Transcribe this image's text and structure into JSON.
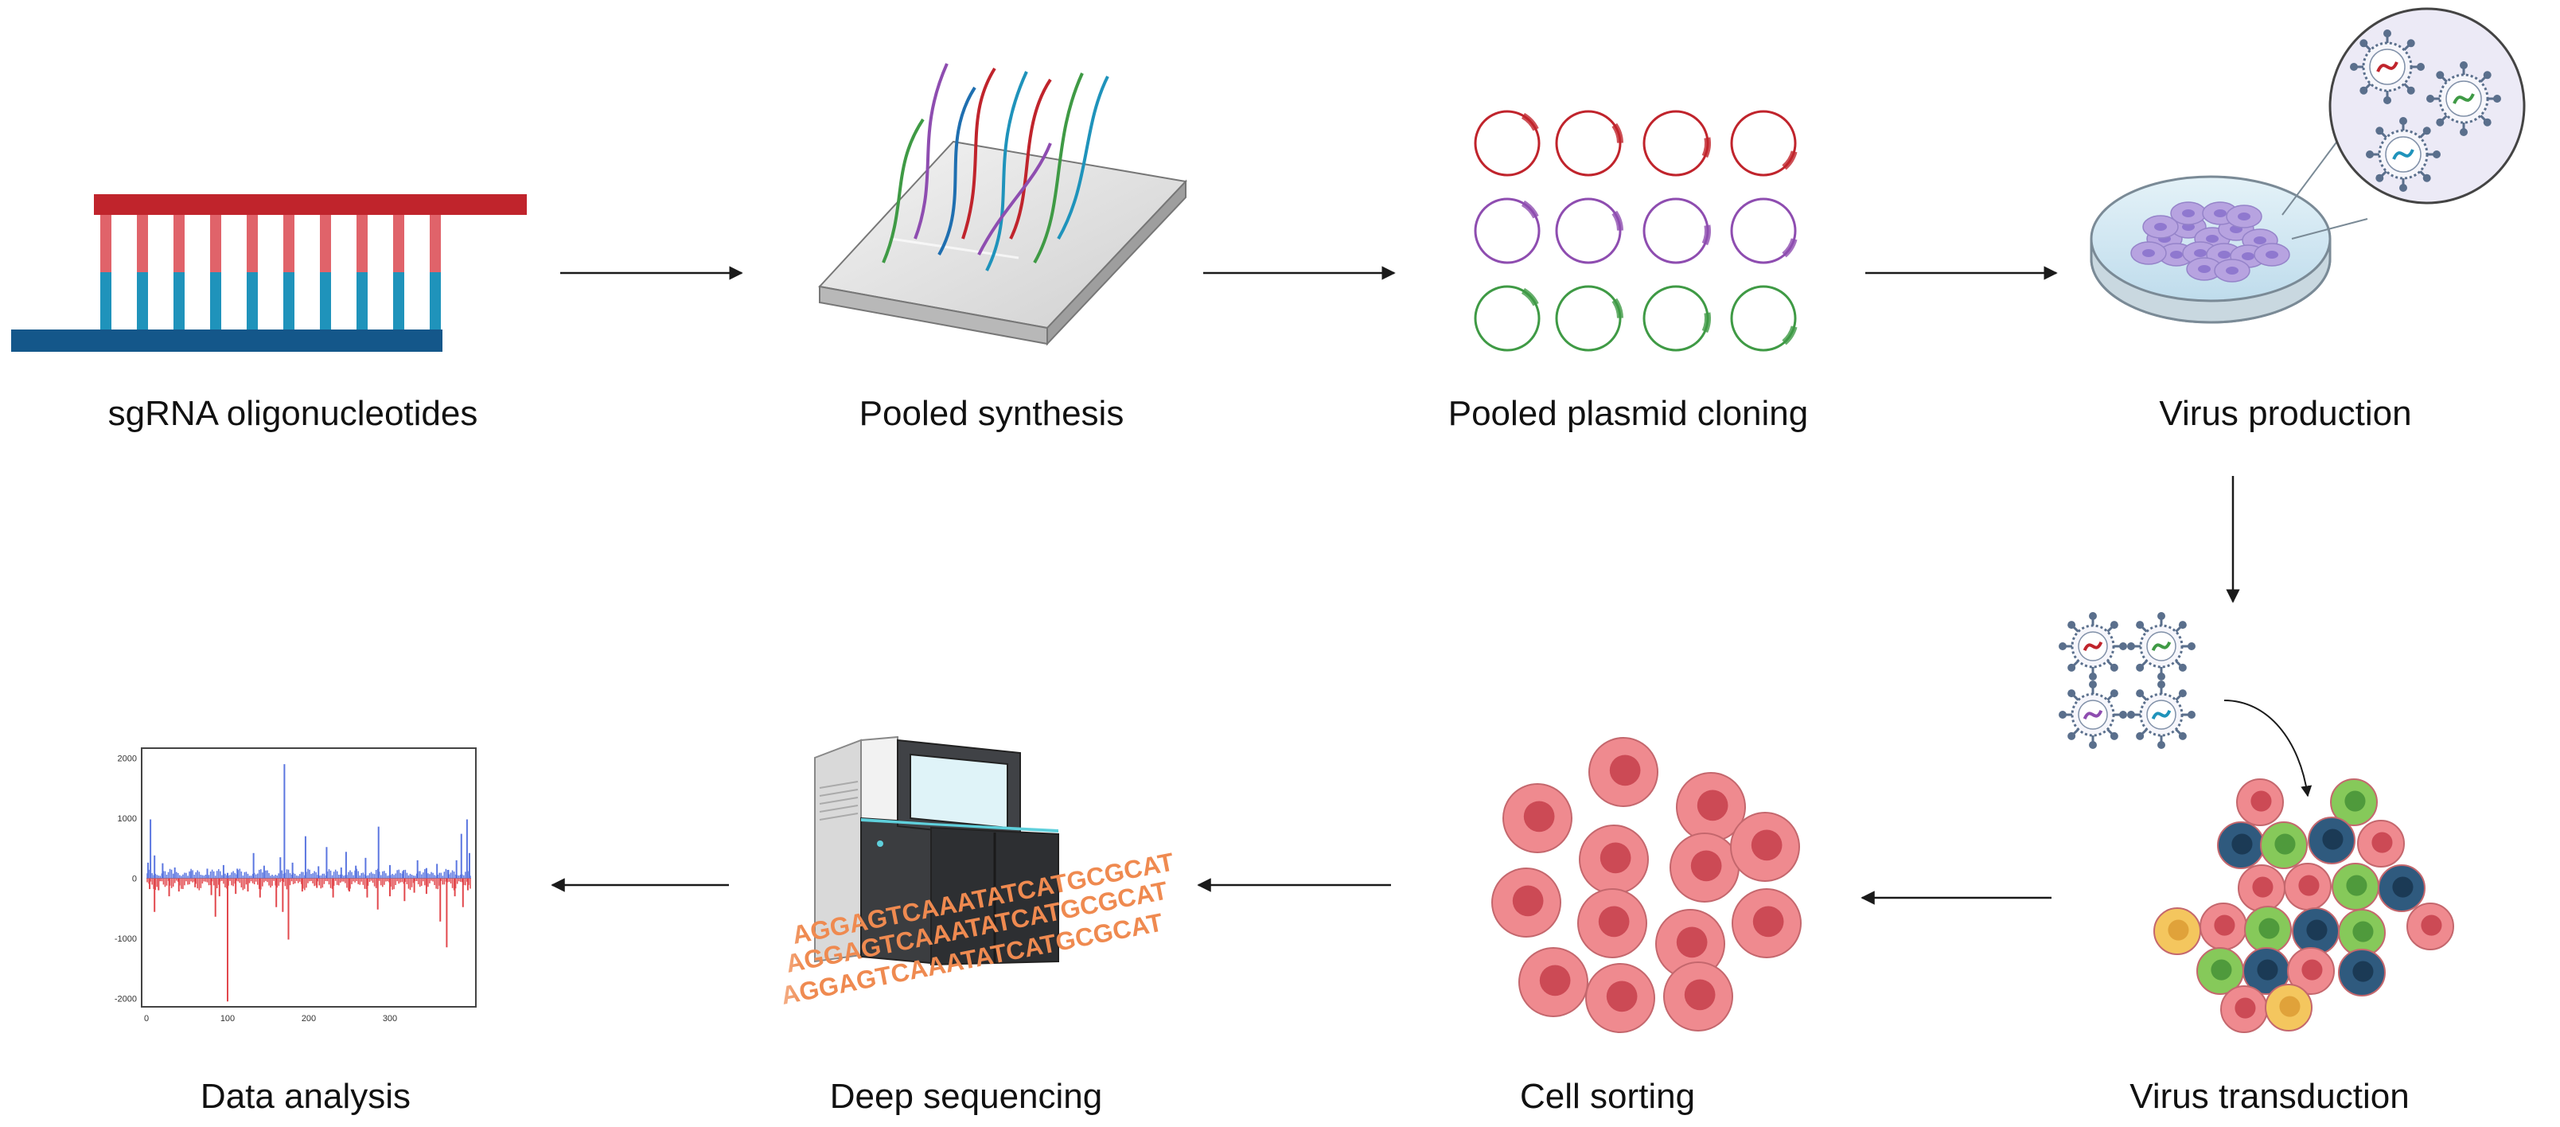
{
  "colors": {
    "arrow": "#1a1a1a",
    "oligo_top": "#c0242c",
    "oligo_top_light": "#e0636a",
    "oligo_bottom": "#14578a",
    "oligo_bottom_light": "#1f93bb",
    "plasmid_red": "#c0242c",
    "plasmid_purple": "#8e4db0",
    "plasmid_green": "#3f9a45",
    "cell_pink": "#ef8a8f",
    "cell_nucleus": "#cc4a55",
    "cell_green": "#86c95a",
    "cell_navy": "#2f5a7e",
    "cell_yellow": "#f4c65e",
    "chart_positive": "#5b76e0",
    "chart_negative": "#e2484d",
    "sequence": "#ef8a50"
  },
  "steps": [
    {
      "id": "oligos",
      "label": "sgRNA oligonucleotides"
    },
    {
      "id": "synthesis",
      "label": "Pooled synthesis"
    },
    {
      "id": "cloning",
      "label": "Pooled plasmid cloning"
    },
    {
      "id": "virus",
      "label": "Virus production"
    },
    {
      "id": "transduction",
      "label": "Virus transduction"
    },
    {
      "id": "sorting",
      "label": "Cell sorting"
    },
    {
      "id": "sequencing",
      "label": "Deep sequencing"
    },
    {
      "id": "analysis",
      "label": "Data analysis"
    }
  ],
  "sequence_text": "AGGAGTCAAATATCATGCGCAT",
  "chart_data": {
    "type": "bar",
    "yticks": [
      "2000",
      "1000",
      "0",
      "-1000",
      "-2000"
    ],
    "xticks": [
      "0",
      "100",
      "200",
      "300"
    ],
    "ylim": [
      -2100,
      2100
    ],
    "xlim": [
      0,
      400
    ],
    "series": [
      {
        "sign": "positive",
        "values": [
          [
            2,
            260
          ],
          [
            5,
            980
          ],
          [
            10,
            380
          ],
          [
            20,
            250
          ],
          [
            35,
            180
          ],
          [
            55,
            120
          ],
          [
            75,
            160
          ],
          [
            95,
            220
          ],
          [
            100,
            90
          ],
          [
            112,
            160
          ],
          [
            132,
            420
          ],
          [
            145,
            210
          ],
          [
            165,
            350
          ],
          [
            170,
            1900
          ],
          [
            180,
            260
          ],
          [
            196,
            700
          ],
          [
            212,
            200
          ],
          [
            222,
            520
          ],
          [
            240,
            180
          ],
          [
            246,
            440
          ],
          [
            258,
            210
          ],
          [
            270,
            340
          ],
          [
            286,
            860
          ],
          [
            300,
            220
          ],
          [
            316,
            120
          ],
          [
            334,
            300
          ],
          [
            345,
            170
          ],
          [
            358,
            240
          ],
          [
            372,
            140
          ],
          [
            382,
            300
          ],
          [
            388,
            740
          ],
          [
            395,
            980
          ],
          [
            398,
            420
          ]
        ]
      },
      {
        "sign": "negative",
        "values": [
          [
            4,
            -180
          ],
          [
            10,
            -560
          ],
          [
            15,
            -200
          ],
          [
            28,
            -300
          ],
          [
            40,
            -220
          ],
          [
            60,
            -150
          ],
          [
            80,
            -280
          ],
          [
            85,
            -640
          ],
          [
            90,
            -300
          ],
          [
            100,
            -2050
          ],
          [
            110,
            -260
          ],
          [
            125,
            -220
          ],
          [
            140,
            -320
          ],
          [
            160,
            -480
          ],
          [
            168,
            -560
          ],
          [
            175,
            -1020
          ],
          [
            192,
            -220
          ],
          [
            210,
            -160
          ],
          [
            230,
            -320
          ],
          [
            250,
            -220
          ],
          [
            272,
            -320
          ],
          [
            285,
            -520
          ],
          [
            300,
            -300
          ],
          [
            318,
            -380
          ],
          [
            330,
            -240
          ],
          [
            345,
            -260
          ],
          [
            362,
            -720
          ],
          [
            370,
            -1150
          ],
          [
            380,
            -300
          ],
          [
            390,
            -480
          ],
          [
            396,
            -200
          ]
        ]
      }
    ]
  }
}
